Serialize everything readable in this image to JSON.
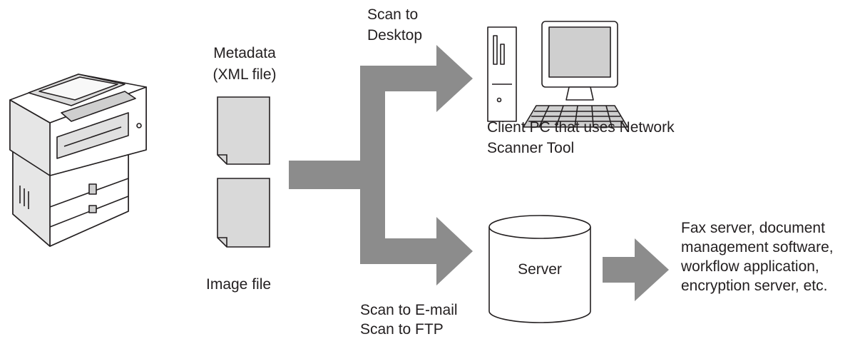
{
  "labels": {
    "metadata": "Metadata",
    "xml_file": "(XML file)",
    "image_file": "Image file",
    "scan_to_desktop_1": "Scan to",
    "scan_to_desktop_2": "Desktop",
    "client_pc_1": "Client PC that uses Network",
    "client_pc_2": "Scanner Tool",
    "server": "Server",
    "scan_to_email": "Scan to E-mail",
    "scan_to_ftp": "Scan to FTP",
    "destinations": [
      "Fax server, document",
      "management software,",
      "workflow application,",
      "encryption server, etc."
    ]
  },
  "icons": {
    "copier": "multifunction-printer-icon",
    "metadata_doc": "document-icon",
    "image_doc": "document-icon",
    "pc": "desktop-computer-icon",
    "server": "database-server-icon"
  },
  "colors": {
    "arrow": "#8c8c8c",
    "document_fill": "#d9d9d9",
    "line": "#231f20",
    "copier_panel": "#cfcfcf"
  }
}
